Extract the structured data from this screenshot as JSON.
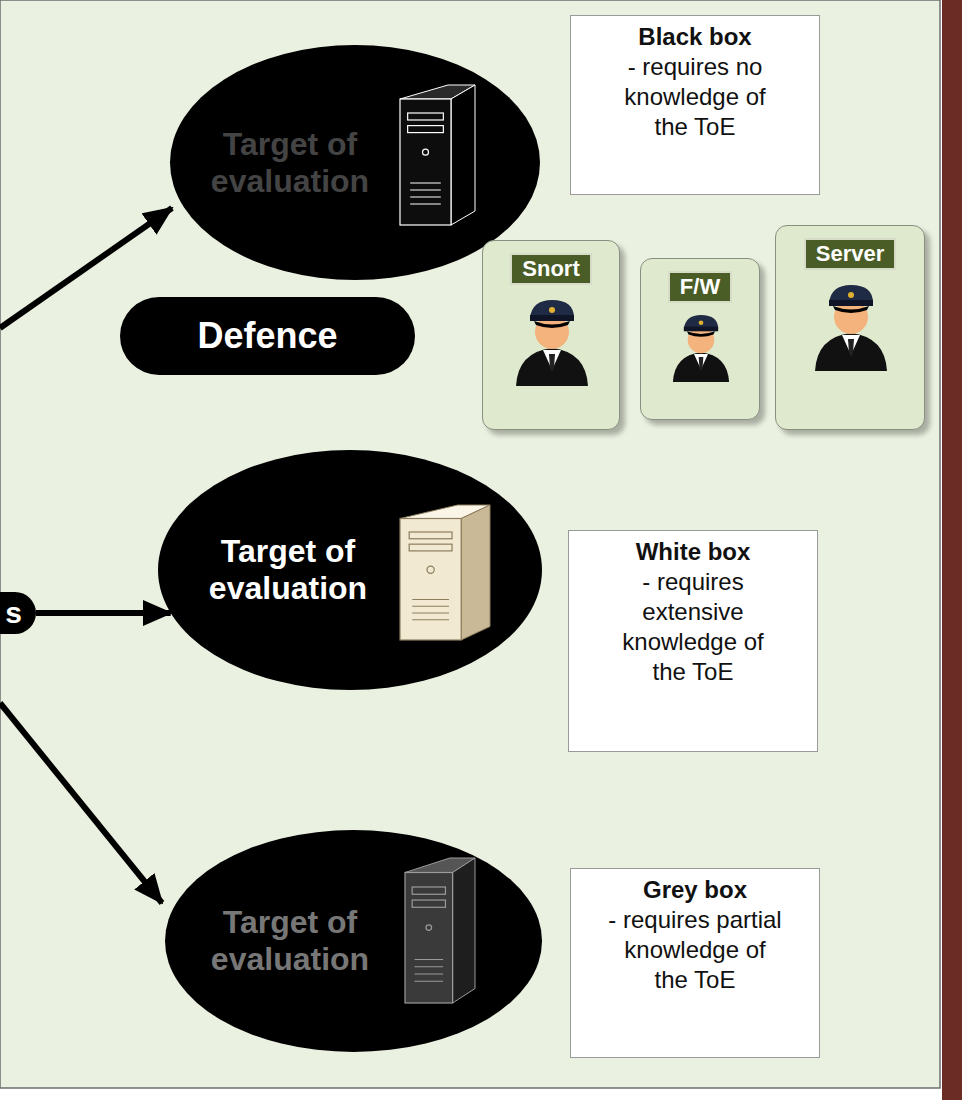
{
  "diagram": {
    "nodes": [
      {
        "text": [
          "Target of evaluation"
        ]
      },
      {
        "text": [
          "Black box",
          "- requires no knowledge of the ToE"
        ]
      },
      {
        "text": [
          "Defence"
        ]
      },
      {
        "text": [
          "Snort"
        ]
      },
      {
        "text": [
          "F/W"
        ]
      },
      {
        "text": [
          "Server"
        ]
      },
      {
        "text": [
          "Target of evaluation"
        ]
      },
      {
        "text": [
          "White box",
          "- requires extensive knowledge of the ToE"
        ]
      },
      {
        "text": [
          "s"
        ]
      },
      {
        "text": [
          "Target of evaluation"
        ]
      },
      {
        "text": [
          "Grey box",
          "- requires partial knowledge of the ToE"
        ]
      }
    ],
    "edges": [
      {
        "from": 8,
        "to": 6,
        "arrow": "to"
      }
    ]
  }
}
